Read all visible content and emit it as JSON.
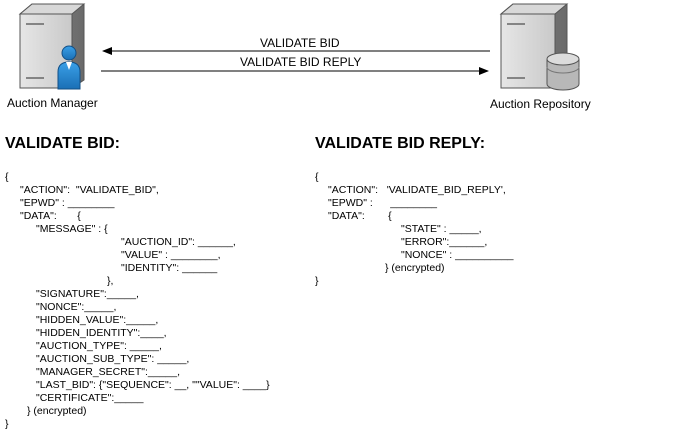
{
  "entities": {
    "manager_label": "Auction Manager",
    "repository_label": "Auction Repository"
  },
  "arrows": {
    "top_label": "VALIDATE BID",
    "bottom_label": "VALIDATE BID REPLY"
  },
  "left_section": {
    "heading": "VALIDATE BID:",
    "lines": [
      "{",
      "\"ACTION\":  \"VALIDATE_BID\",",
      "\"EPWD\" : ________",
      "\"DATA\":       {",
      "\"MESSAGE\" : {",
      "\"AUCTION_ID\": ______,",
      "\"VALUE\" : ________,",
      "\"IDENTITY\": ______",
      "},",
      "\"SIGNATURE\":_____,",
      "\"NONCE\":_____,",
      "\"HIDDEN_VALUE\":_____,",
      "\"HIDDEN_IDENTITY\":____,",
      "\"AUCTION_TYPE\": _____,",
      "\"AUCTION_SUB_TYPE\": _____,",
      "\"MANAGER_SECRET\":_____,",
      "\"LAST_BID\": {\"SEQUENCE\": __, \"\"VALUE\": ____}",
      "\"CERTIFICATE\":_____",
      "} (encrypted)",
      "}"
    ]
  },
  "right_section": {
    "heading": "VALIDATE BID REPLY:",
    "lines": [
      "{",
      "\"ACTION\":   'VALIDATE_BID_REPLY',",
      "\"EPWD\" :      ________",
      "\"DATA\":        {",
      "\"STATE\" : _____,",
      "\"ERROR\":______,",
      "\"NONCE\" : __________",
      "} (encrypted)",
      "}"
    ]
  }
}
